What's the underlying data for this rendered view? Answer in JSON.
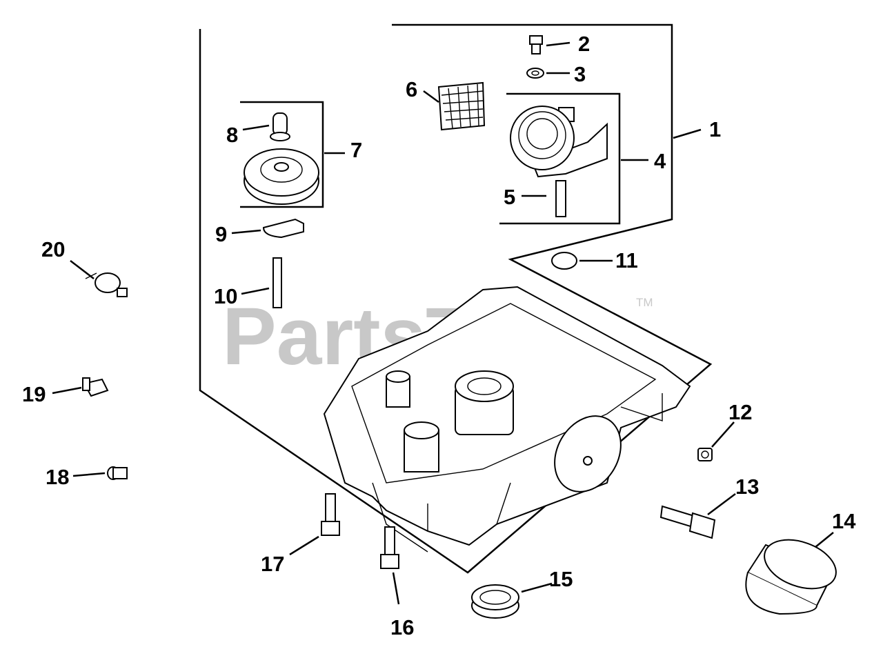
{
  "watermark": {
    "brand": "PartsTree",
    "trademark": "TM"
  },
  "callouts": [
    "1",
    "2",
    "3",
    "4",
    "5",
    "6",
    "7",
    "8",
    "9",
    "10",
    "11",
    "12",
    "13",
    "14",
    "15",
    "16",
    "17",
    "18",
    "19",
    "20"
  ]
}
